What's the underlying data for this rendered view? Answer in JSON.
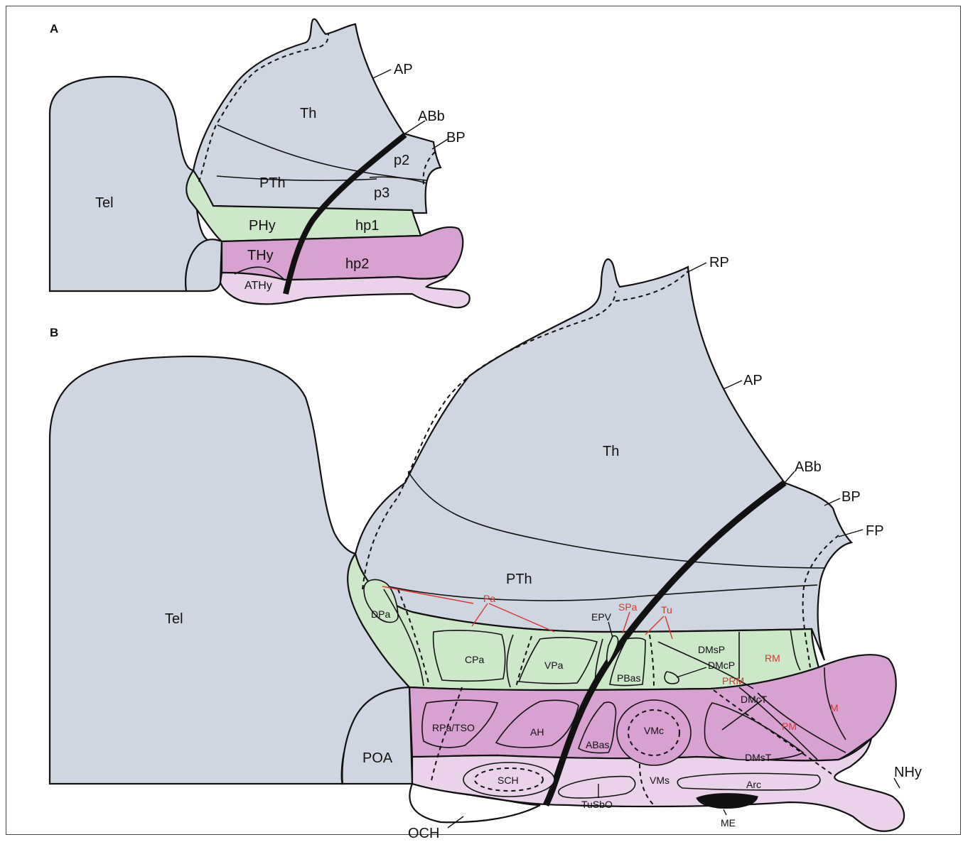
{
  "panels": {
    "a": {
      "letter": "A",
      "labels": {
        "tel": "Tel",
        "th": "Th",
        "pth": "PTh",
        "phy": "PHy",
        "thy": "THy",
        "athy": "ATHy",
        "p2": "p2",
        "p3": "p3",
        "hp1": "hp1",
        "hp2": "hp2",
        "ap": "AP",
        "abb": "ABb",
        "bp": "BP"
      }
    },
    "b": {
      "letter": "B",
      "labels": {
        "tel": "Tel",
        "th": "Th",
        "pth": "PTh",
        "poa": "POA",
        "och": "OCH",
        "nhy": "NHy",
        "rp": "RP",
        "ap": "AP",
        "abb": "ABb",
        "bp": "BP",
        "fp": "FP",
        "pa": "Pa",
        "spa": "SPa",
        "tu": "Tu",
        "epv": "EPV",
        "dpa": "DPa",
        "cpa": "CPa",
        "vpa": "VPa",
        "pbas": "PBas",
        "dmsp": "DMsP",
        "dmcp": "DMcP",
        "rm": "RM",
        "prm": "PRM",
        "rpa_tso": "RPa/TSO",
        "ah": "AH",
        "abas": "ABas",
        "vmc": "VMc",
        "dmct": "DMcT",
        "dmst": "DMsT",
        "m": "M",
        "pm": "PM",
        "sch": "SCH",
        "tusbo": "TuSbO",
        "vms": "VMs",
        "arc": "Arc",
        "me": "ME"
      }
    }
  },
  "colors": {
    "alar_gray": "#cfd6e1",
    "peduncular_green": "#cce8c9",
    "terminal_magenta": "#d7a1d2",
    "acroterminal_pink": "#ead3ea",
    "red_labels": "#d9362e"
  }
}
